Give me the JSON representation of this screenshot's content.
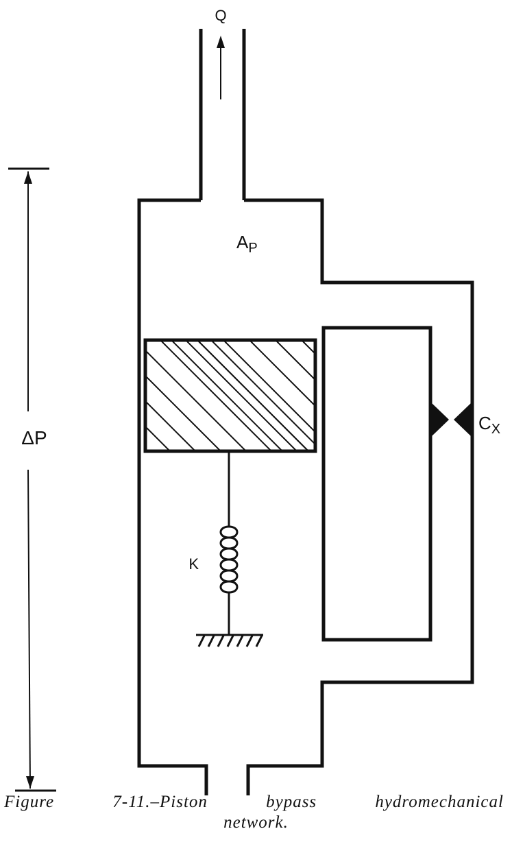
{
  "labels": {
    "flow": "Q",
    "piston_area_main": "A",
    "piston_area_sub": "P",
    "pressure_drop": "ΔP",
    "spring_constant": "K",
    "orifice_main": "C",
    "orifice_sub": "X"
  },
  "caption": {
    "words": [
      "Figure",
      "7-11.–Piston",
      "bypass",
      "hydromechanical"
    ],
    "line2": "network."
  }
}
